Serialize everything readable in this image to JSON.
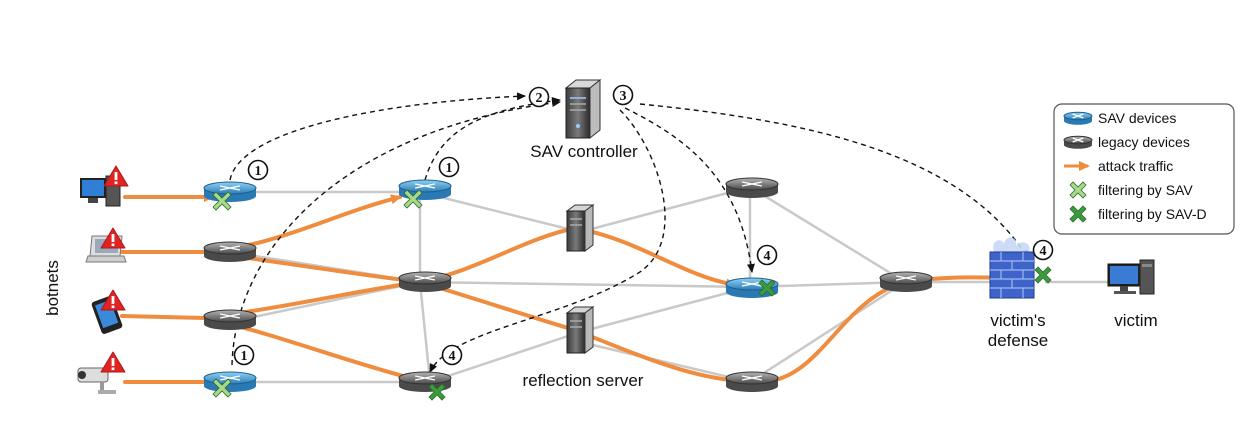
{
  "labels": {
    "controller": "SAV controller",
    "botnets": "botnets",
    "reflection_server": "reflection server",
    "victims_defense_line1": "victim's",
    "victims_defense_line2": "defense",
    "victim": "victim"
  },
  "step_markers": {
    "one": "1",
    "two": "2",
    "three": "3",
    "four": "4"
  },
  "legend": [
    {
      "label": "SAV devices",
      "icon": "sav-router-icon"
    },
    {
      "label": "legacy devices",
      "icon": "legacy-router-icon"
    },
    {
      "label": "attack traffic",
      "icon": "orange-arrow-icon"
    },
    {
      "label": "filtering by SAV",
      "icon": "light-green-x-icon"
    },
    {
      "label": "filtering by SAV-D",
      "icon": "dark-green-x-icon"
    }
  ],
  "colors": {
    "attack": "#ef8c3e",
    "link": "#c9c9c9",
    "sav_router": "#3b93c9",
    "legacy_router": "#6b6b6b",
    "filter_light": "#a6d98a",
    "filter_dark": "#3a9c3a",
    "alert": "#e02424"
  }
}
